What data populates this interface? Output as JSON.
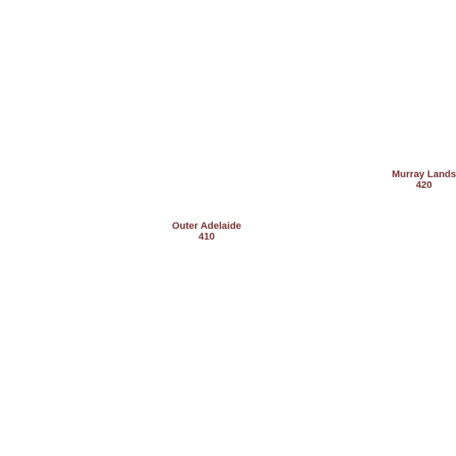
{
  "map": {
    "label_color": "#7a3535",
    "regions": [
      {
        "name": "Outer Adelaide",
        "code": "410"
      },
      {
        "name": "Murray Lands",
        "code": "420"
      }
    ]
  }
}
